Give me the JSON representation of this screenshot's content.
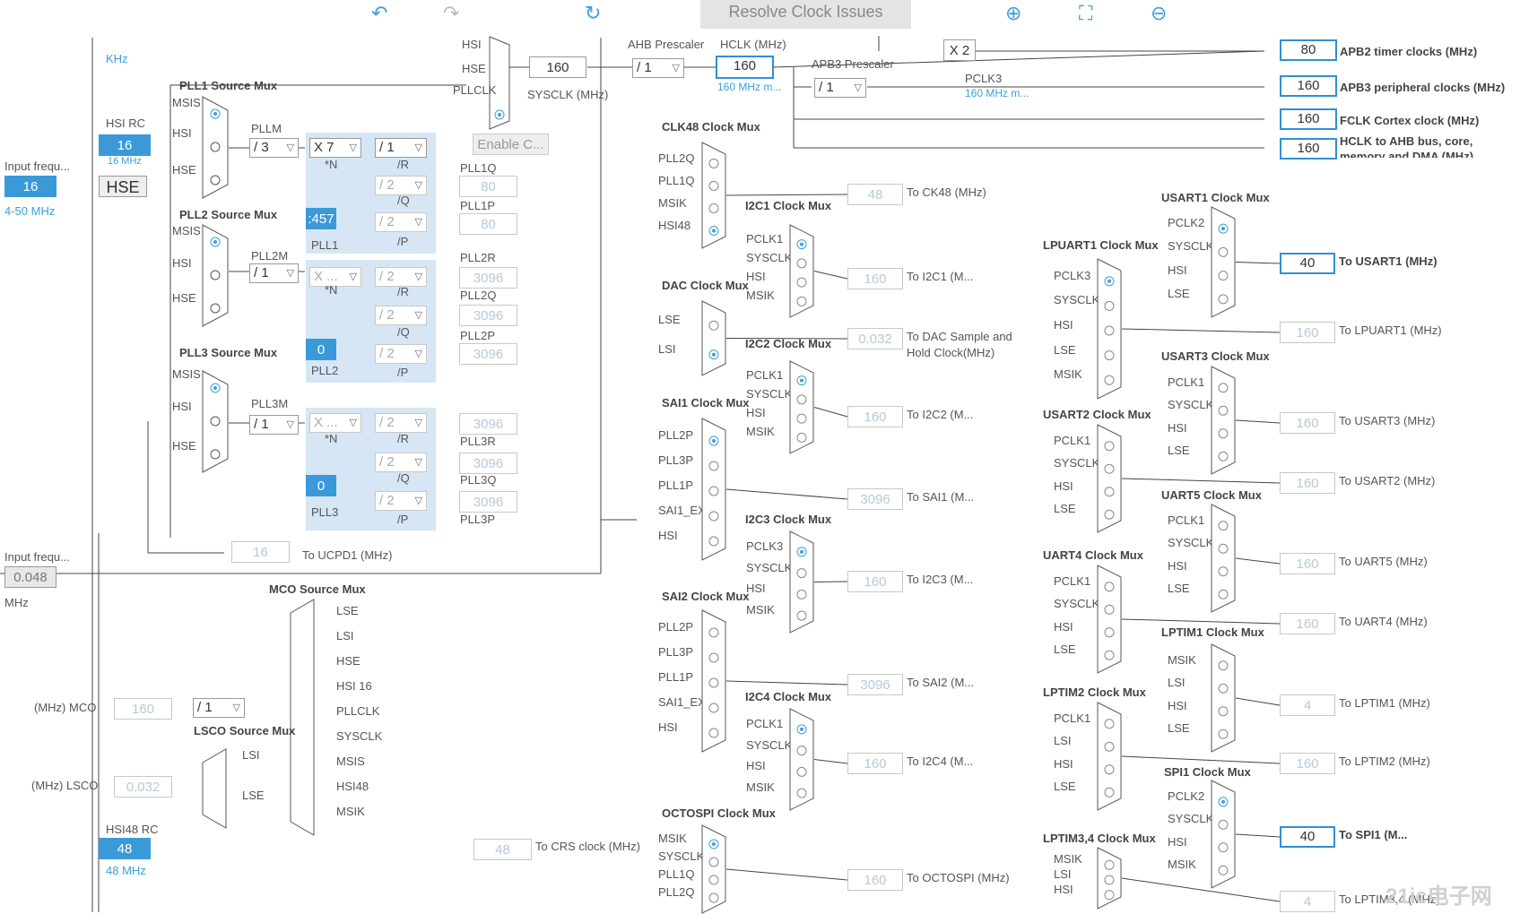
{
  "toolbar": {
    "resolve": "Resolve Clock Issues",
    "undo": "↶",
    "redo": "↷",
    "refresh": "↻",
    "zoom_in": "⊕",
    "fit": "⛶",
    "zoom_out": "⊖"
  },
  "left": {
    "khz": "KHz",
    "hsi_rc": "HSI RC",
    "hsi_val": "16",
    "hsi_mhz": "16 MHz",
    "input_freq": "Input frequ...",
    "hse_val": "16",
    "hse_btn": "HSE",
    "hse_range": "4-50 MHz",
    "input_freq2": "Input frequ...",
    "lse_val": "0.048",
    "mhz": "MHz",
    "hsi48_rc": "HSI48 RC",
    "hsi48_val": "48",
    "hsi48_mhz": "48 MHz"
  },
  "pll1": {
    "mux_title": "PLL1 Source Mux",
    "msis": "MSIS",
    "hsi": "HSI",
    "hse": "HSE",
    "m_label": "PLLM",
    "m_val": "/ 3",
    "n_val": "X 7",
    "n_label": "*N",
    "r_val": "/ 1",
    "r_label": "/R",
    "q_val": "/ 2",
    "q_label": "/Q",
    "p_val": "/ 2",
    "p_label": "/P",
    "n_out": ":457",
    "name": "PLL1",
    "q_out_label": "PLL1Q",
    "q_out": "80",
    "p_out_label": "PLL1P",
    "p_out": "80"
  },
  "pll2": {
    "mux_title": "PLL2 Source Mux",
    "msis": "MSIS",
    "hsi": "HSI",
    "hse": "HSE",
    "m_label": "PLL2M",
    "m_val": "/ 1",
    "n_val": "X ...",
    "n_label": "*N",
    "r_val": "/ 2",
    "r_label": "/R",
    "q_val": "/ 2",
    "q_label": "/Q",
    "p_val": "/ 2",
    "p_label": "/P",
    "n_out": "0",
    "name": "PLL2",
    "r_out_label": "PLL2R",
    "r_out": "3096",
    "q_out_label": "PLL2Q",
    "q_out": "3096",
    "p_out_label": "PLL2P",
    "p_out": "3096"
  },
  "pll3": {
    "mux_title": "PLL3 Source Mux",
    "msis": "MSIS",
    "hsi": "HSI",
    "hse": "HSE",
    "m_label": "PLL3M",
    "m_val": "/ 1",
    "n_val": "X ...",
    "n_label": "*N",
    "r_val": "/ 2",
    "r_label": "/R",
    "q_val": "/ 2",
    "q_label": "/Q",
    "p_val": "/ 2",
    "p_label": "/P",
    "n_out": "0",
    "name": "PLL3",
    "r_out": "3096",
    "r_out_label": "PLL3R",
    "q_out": "3096",
    "q_out_label": "PLL3Q",
    "p_out": "3096",
    "p_out_label": "PLL3P"
  },
  "ucpd": {
    "val": "16",
    "label": "To UCPD1 (MHz)"
  },
  "sys": {
    "hsi": "HSI",
    "hse": "HSE",
    "pllclk": "PLLCLK",
    "sysclk_val": "160",
    "sysclk_label": "SYSCLK (MHz)",
    "enable": "Enable C...",
    "ahb_label": "AHB Prescaler",
    "ahb_val": "/ 1",
    "hclk_label": "HCLK (MHz)",
    "hclk_val": "160",
    "hclk_sub": "160 MHz m...",
    "apb3_label": "APB3 Prescaler",
    "apb3_val": "/ 1",
    "pclk3": "PCLK3",
    "pclk3_sub": "160 MHz m...",
    "x2": "X 2"
  },
  "outputs": [
    {
      "val": "80",
      "label": "APB2 timer clocks (MHz)"
    },
    {
      "val": "160",
      "label": "APB3 peripheral clocks (MHz)"
    },
    {
      "val": "160",
      "label": "FCLK Cortex clock (MHz)"
    },
    {
      "val": "160",
      "label": "HCLK to AHB bus, core,"
    },
    {
      "label2": "memory and DMA (MHz)"
    }
  ],
  "clk48": {
    "title": "CLK48 Clock Mux",
    "in": [
      "PLL2Q",
      "PLL1Q",
      "MSIK",
      "HSI48"
    ],
    "val": "48",
    "label": "To CK48 (MHz)"
  },
  "i2c1": {
    "title": "I2C1 Clock Mux",
    "in": [
      "PCLK1",
      "SYSCLK",
      "HSI",
      "MSIK"
    ],
    "val": "160",
    "label": "To I2C1 (M..."
  },
  "dac": {
    "title": "DAC Clock Mux",
    "in": [
      "LSE",
      "LSI"
    ],
    "val": "0.032",
    "label": "To DAC Sample and",
    "label2": "Hold Clock(MHz)"
  },
  "i2c2": {
    "title": "I2C2 Clock Mux",
    "in": [
      "PCLK1",
      "SYSCLK",
      "HSI",
      "MSIK"
    ],
    "val": "160",
    "label": "To I2C2 (M..."
  },
  "sai1": {
    "title": "SAI1 Clock Mux",
    "in": [
      "PLL2P",
      "PLL3P",
      "PLL1P",
      "SAI1_EXT",
      "HSI"
    ],
    "val": "3096",
    "label": "To SAI1 (M..."
  },
  "i2c3": {
    "title": "I2C3 Clock Mux",
    "in": [
      "PCLK3",
      "SYSCLK",
      "HSI",
      "MSIK"
    ],
    "val": "160",
    "label": "To I2C3 (M..."
  },
  "sai2": {
    "title": "SAI2 Clock Mux",
    "in": [
      "PLL2P",
      "PLL3P",
      "PLL1P",
      "SAI1_EXT",
      "HSI"
    ],
    "val": "3096",
    "label": "To SAI2 (M..."
  },
  "i2c4": {
    "title": "I2C4 Clock Mux",
    "in": [
      "PCLK1",
      "SYSCLK",
      "HSI",
      "MSIK"
    ],
    "val": "160",
    "label": "To I2C4 (M..."
  },
  "octospi": {
    "title": "OCTOSPI Clock Mux",
    "in": [
      "MSIK",
      "SYSCLK",
      "PLL1Q",
      "PLL2Q"
    ],
    "val": "160",
    "label": "To OCTOSPI (MHz)"
  },
  "mco": {
    "title": "MCO Source Mux",
    "in": [
      "LSE",
      "LSI",
      "HSE",
      "HSI 16",
      "PLLCLK",
      "SYSCLK",
      "MSIS",
      "HSI48",
      "MSIK"
    ],
    "div": "/ 1",
    "val": "160",
    "label": "(MHz) MCO"
  },
  "lsco": {
    "title": "LSCO Source Mux",
    "in": [
      "LSI",
      "LSE"
    ],
    "val": "0.032",
    "label": "(MHz) LSCO"
  },
  "crs": {
    "val": "48",
    "label": "To CRS clock (MHz)"
  },
  "lpuart1": {
    "title": "LPUART1 Clock Mux",
    "in": [
      "PCLK3",
      "SYSCLK",
      "HSI",
      "LSE",
      "MSIK"
    ],
    "val": "160",
    "label": "To LPUART1 (MHz)"
  },
  "usart1": {
    "title": "USART1 Clock Mux",
    "in": [
      "PCLK2",
      "SYSCLK",
      "HSI",
      "LSE"
    ],
    "val": "40",
    "label": "To USART1 (MHz)"
  },
  "usart2": {
    "title": "USART2 Clock Mux",
    "in": [
      "PCLK1",
      "SYSCLK",
      "HSI",
      "LSE"
    ],
    "val": "160",
    "label": "To USART2 (MHz)"
  },
  "usart3": {
    "title": "USART3 Clock Mux",
    "in": [
      "PCLK1",
      "SYSCLK",
      "HSI",
      "LSE"
    ],
    "val": "160",
    "label": "To USART3 (MHz)"
  },
  "uart4": {
    "title": "UART4 Clock Mux",
    "in": [
      "PCLK1",
      "SYSCLK",
      "HSI",
      "LSE"
    ],
    "val": "160",
    "label": "To UART4 (MHz)"
  },
  "uart5": {
    "title": "UART5 Clock Mux",
    "in": [
      "PCLK1",
      "SYSCLK",
      "HSI",
      "LSE"
    ],
    "val": "160",
    "label": "To UART5 (MHz)"
  },
  "lptim2": {
    "title": "LPTIM2 Clock Mux",
    "in": [
      "PCLK1",
      "LSI",
      "HSI",
      "LSE"
    ],
    "val": "160",
    "label": "To LPTIM2 (MHz)"
  },
  "lptim1": {
    "title": "LPTIM1 Clock Mux",
    "in": [
      "MSIK",
      "LSI",
      "HSI",
      "LSE"
    ],
    "val": "4",
    "label": "To LPTIM1 (MHz)"
  },
  "spi1": {
    "title": "SPI1 Clock Mux",
    "in": [
      "PCLK2",
      "SYSCLK",
      "HSI",
      "MSIK"
    ],
    "val": "40",
    "label": "To SPI1 (M..."
  },
  "lptim34": {
    "title": "LPTIM3,4 Clock Mux",
    "in": [
      "MSIK",
      "LSI",
      "HSI"
    ],
    "val": "4",
    "label": "To LPTIM3,4 (MHz)"
  },
  "watermark": "21ic电子网"
}
